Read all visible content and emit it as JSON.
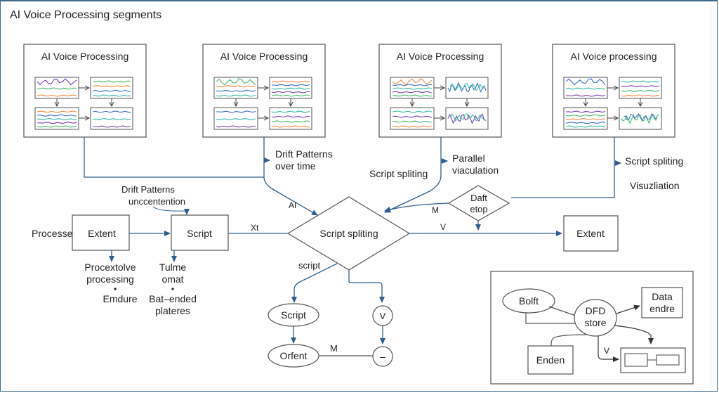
{
  "title": "AI Voice Processing segments",
  "colors": {
    "connector": "#2f5d8f",
    "outline": "#555555",
    "wave_blue": "#3c6fc4",
    "wave_purple": "#7a3fb0",
    "wave_green": "#3fb86a",
    "wave_orange": "#f0883a",
    "wave_teal": "#2fb8a8"
  },
  "panels": [
    {
      "title": "AI Voice Processing",
      "icon": "waveform-grid-icon"
    },
    {
      "title": "AI Voice Processing",
      "icon": "waveform-grid-icon"
    },
    {
      "title": "AI Voice Processing",
      "icon": "waveform-grid-icon"
    },
    {
      "title": "AI Voice processing",
      "icon": "waveform-grid-icon"
    }
  ],
  "labels": {
    "drift_over_time_1": "Drift Patterns",
    "drift_over_time_2": "over time",
    "script_spliting_mid": "Script spliting",
    "parallel_1": "Parallel",
    "parallel_2": "viaculation",
    "script_spliting_right": "Script spliting",
    "visualization": "Visuzliation",
    "drift_uncc_1": "Drift Patterns",
    "drift_uncc_2": "unccentention",
    "ai": "AI",
    "xt": "Xt",
    "m_top": "M",
    "v_mid": "V",
    "script_low": "script",
    "m_bottom": "M",
    "processe": "Processe"
  },
  "nodes": {
    "extent_left": "Extent",
    "script_box": "Script",
    "decision": "Script spliting",
    "daft_1": "Daft",
    "daft_2": "etop",
    "extent_right": "Extent",
    "script_oval": "Script",
    "orfent_oval": "Orfent",
    "v_circle": "V",
    "minus_circle": "–"
  },
  "notes": {
    "left_1": "Procextolve",
    "left_2": "processing",
    "left_bullet": "Emdure",
    "right_1": "Tulme",
    "right_2": "omat",
    "right_bullet_1": "Bat–ended",
    "right_bullet_2": "plateres"
  },
  "dfd": {
    "bolft": "Bolft",
    "store_1": "DFD",
    "store_2": "store",
    "data_1": "Data",
    "data_2": "endre",
    "enden": "Enden",
    "v": "V"
  }
}
